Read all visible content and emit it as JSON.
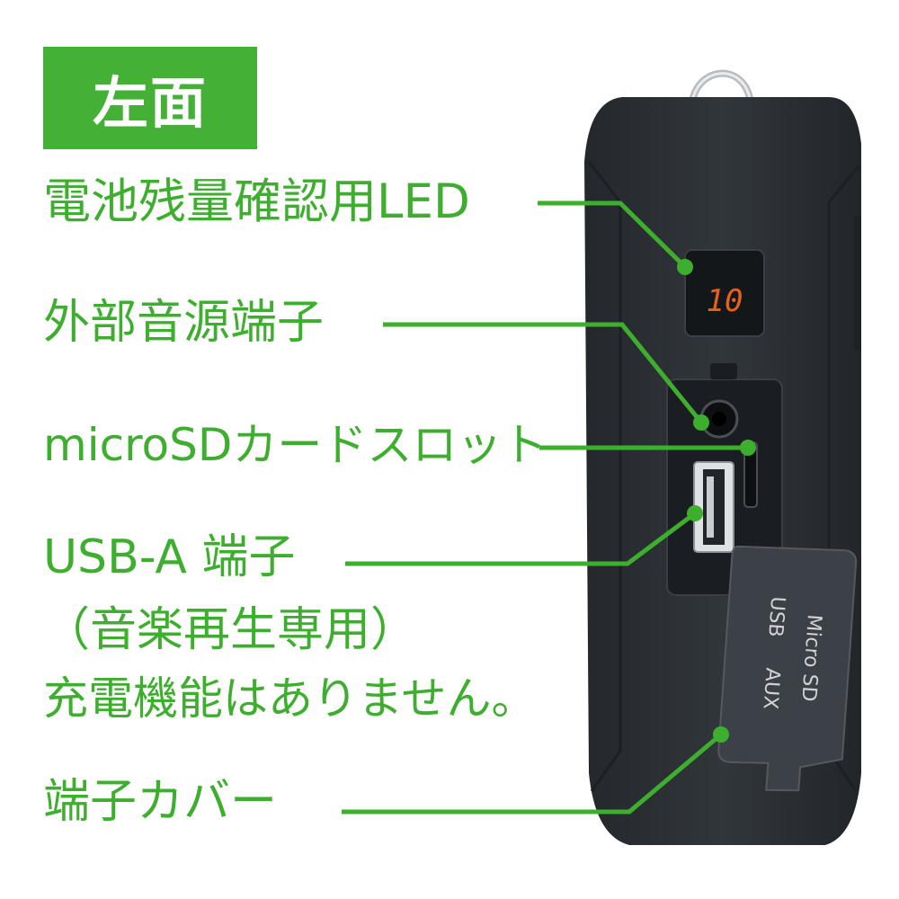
{
  "title": "左面",
  "labels": {
    "battery_led": "電池残量確認用LED",
    "aux_port": "外部音源端子",
    "sd_slot": "microSDカードスロット",
    "usb_port_line1": "USB-A 端子",
    "usb_port_line2": "（音楽再生専用）",
    "usb_port_line3": "充電機能はありません。",
    "terminal_cover": "端子カバー"
  },
  "device": {
    "led_readout": "10",
    "cover_labels": [
      "Micro SD",
      "USB",
      "AUX"
    ]
  },
  "colors": {
    "accent_green": "#44b035",
    "label_green": "#3eae2e",
    "device_body": "#2b2f34",
    "led_orange": "#e6621a"
  }
}
